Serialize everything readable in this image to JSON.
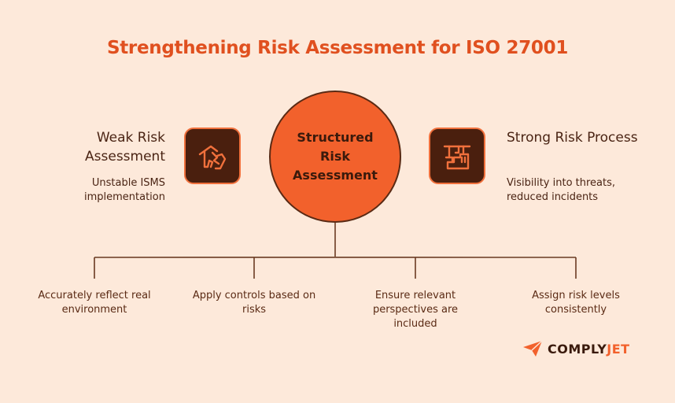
{
  "title": "Strengthening Risk Assessment for ISO 27001",
  "center": {
    "label": "Structured Risk Assessment"
  },
  "left": {
    "heading": "Weak Risk Assessment",
    "subtext": "Unstable ISMS implementation",
    "icon": "collapsing-house-icon"
  },
  "right": {
    "heading": "Strong Risk Process",
    "subtext": "Visibility into threats, reduced incidents",
    "icon": "construction-crane-icon"
  },
  "branches": [
    "Accurately reflect real environment",
    "Apply controls based on risks",
    "Ensure relevant perspectives are included",
    "Assign risk levels consistently"
  ],
  "brand": {
    "name_part1": "COMPLY",
    "name_part2": "JET",
    "icon": "paper-plane-icon",
    "accent": "#f2612c"
  }
}
